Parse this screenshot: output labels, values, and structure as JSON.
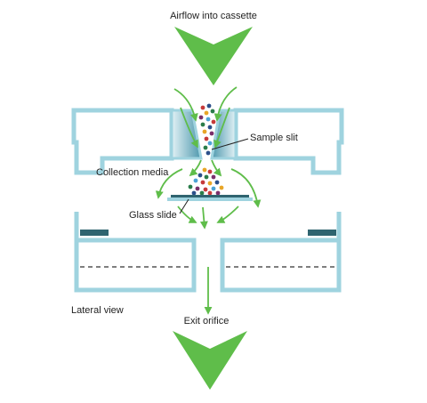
{
  "labels": {
    "airflow": "Airflow into cassette",
    "sample_slit": "Sample slit",
    "collection_media": "Collection media",
    "glass_slide": "Glass slide",
    "lateral_view": "Lateral view",
    "exit_orifice": "Exit orifice"
  },
  "colors": {
    "structure": "#9fd3df",
    "slit_gradient_dark": "#4e98ad",
    "arrow": "#5fbd4a",
    "dashed": "#333333",
    "dark_band": "#2f6470",
    "particles": [
      "#c63a3a",
      "#2b4f8a",
      "#e8a628",
      "#2a7d4a",
      "#7a2f6b",
      "#4ca3d6"
    ]
  }
}
